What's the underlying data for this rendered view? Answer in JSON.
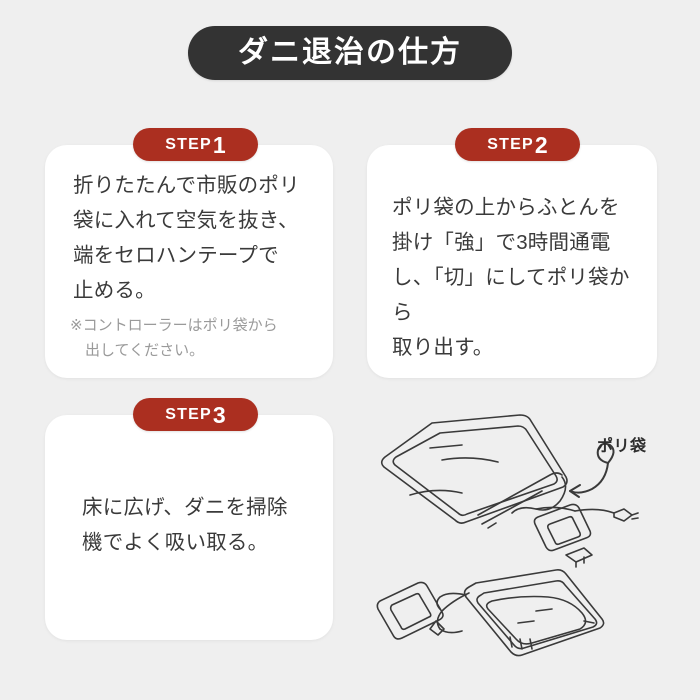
{
  "page": {
    "background_color": "#efefef",
    "title": "ダニ退治の仕方",
    "title_pill_color": "#333333",
    "badge_color": "#ab2f20",
    "card_color": "#ffffff",
    "body_text_color": "#3a3a3a",
    "note_text_color": "#9a9a9a"
  },
  "steps": [
    {
      "badge_word": "STEP",
      "badge_number": "1",
      "text": "折りたたんで市販のポリ\n袋に入れて空気を抜き、\n端をセロハンテープで\n止める。",
      "note": "※コントローラーはポリ袋から\n　出してください。"
    },
    {
      "badge_word": "STEP",
      "badge_number": "2",
      "text": "ポリ袋の上からふとんを\n掛け「強」で3時間通電\nし、「切」にしてポリ袋から\n取り出す。",
      "note": ""
    },
    {
      "badge_word": "STEP",
      "badge_number": "3",
      "text": "床に広げ、ダニを掃除\n機でよく吸い取る。",
      "note": ""
    }
  ],
  "illustration": {
    "callout_label": "ポリ袋",
    "line_color": "#3a3a3a",
    "description_top": "ポリ袋に入れた電気毛布とコントローラー",
    "description_bottom": "折りたたんだ電気毛布とコントローラー"
  }
}
